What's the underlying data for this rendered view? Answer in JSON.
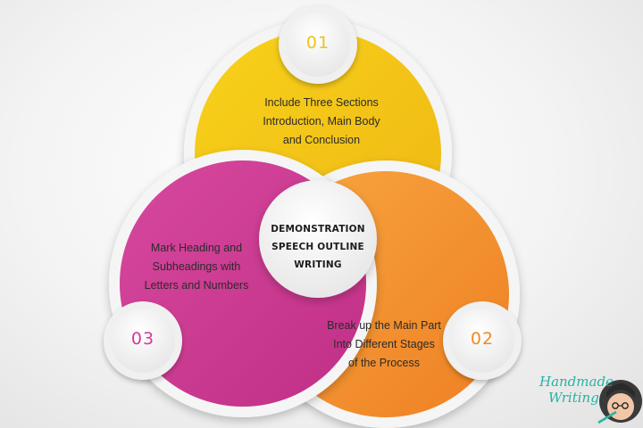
{
  "center": {
    "title_lines": [
      "DEMONSTRATION",
      "SPEECH OUTLINE",
      "WRITING"
    ]
  },
  "steps": [
    {
      "number": "01",
      "lines": [
        "Include Three Sections",
        "Introduction, Main Body",
        "and Conclusion"
      ],
      "color": "#f2c21a"
    },
    {
      "number": "02",
      "lines": [
        "Break up the Main Part",
        "Into Different Stages",
        "of the Process"
      ],
      "color": "#f28a26"
    },
    {
      "number": "03",
      "lines": [
        "Mark Heading and",
        "Subheadings with",
        "Letters and Numbers"
      ],
      "color": "#d63a96"
    }
  ],
  "branding": {
    "logo_lines": [
      "Handmade",
      "Writing"
    ],
    "logo_color": "#27b3a3"
  }
}
